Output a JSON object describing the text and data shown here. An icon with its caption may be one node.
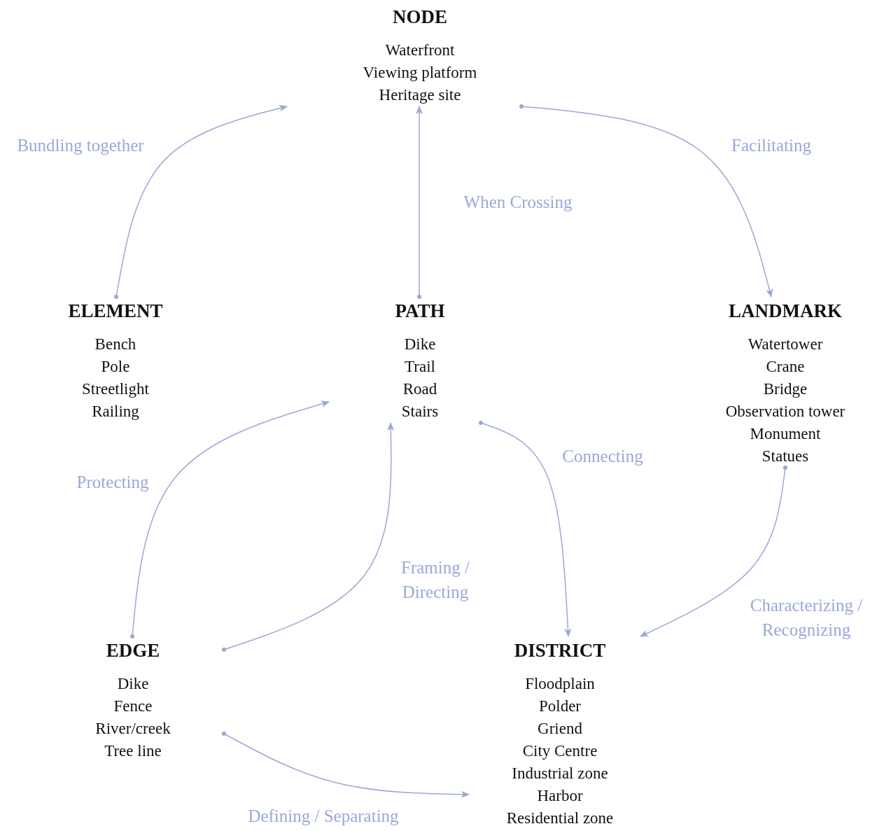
{
  "diagram": {
    "nodes": [
      {
        "text": [
          "NODE",
          "Waterfront",
          "Viewing platform",
          "Heritage site"
        ]
      },
      {
        "text": [
          "ELEMENT",
          "Bench",
          "Pole",
          "Streetlight",
          "Railing"
        ]
      },
      {
        "text": [
          "PATH",
          "Dike",
          "Trail",
          "Road",
          "Stairs"
        ]
      },
      {
        "text": [
          "LANDMARK",
          "Watertower",
          "Crane",
          "Bridge",
          "Observation tower",
          "Monument",
          "Statues"
        ]
      },
      {
        "text": [
          "EDGE",
          "Dike",
          "Fence",
          "River/creek",
          "Tree line"
        ]
      },
      {
        "text": [
          "DISTRICT",
          "Floodplain",
          "Polder",
          "Griend",
          "City Centre",
          "Industrial zone",
          "Harbor",
          "Residential zone"
        ]
      }
    ],
    "edges": [
      {
        "from": 1,
        "to": 0,
        "arrow": "to",
        "label": "Bundling together"
      },
      {
        "from": 0,
        "to": 3,
        "arrow": "to",
        "label": "Facilitating"
      },
      {
        "from": 2,
        "to": 0,
        "arrow": "to",
        "label": "When Crossing"
      },
      {
        "from": 2,
        "to": 5,
        "arrow": "to",
        "label": "Connecting"
      },
      {
        "from": 3,
        "to": 5,
        "arrow": "to",
        "label": "Characterizing / Recognizing"
      },
      {
        "from": 4,
        "to": 2,
        "arrow": "to",
        "label": "Protecting"
      },
      {
        "from": 4,
        "to": 2,
        "arrow": "to",
        "label": "Framing / Directing"
      },
      {
        "from": 4,
        "to": 5,
        "arrow": "to",
        "label": "Defining / Separating"
      }
    ]
  }
}
